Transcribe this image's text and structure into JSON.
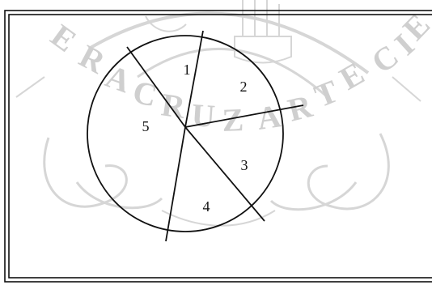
{
  "figure": {
    "regions": [
      {
        "label": "1"
      },
      {
        "label": "2"
      },
      {
        "label": "3"
      },
      {
        "label": "4"
      },
      {
        "label": "5"
      }
    ],
    "colors": {
      "ink": "#111111",
      "frame": "#111111",
      "watermark": "#d4d4d4",
      "background": "#ffffff"
    }
  },
  "watermark": {
    "seal_text": "VERACRUZ ARTE CIENCIA"
  }
}
